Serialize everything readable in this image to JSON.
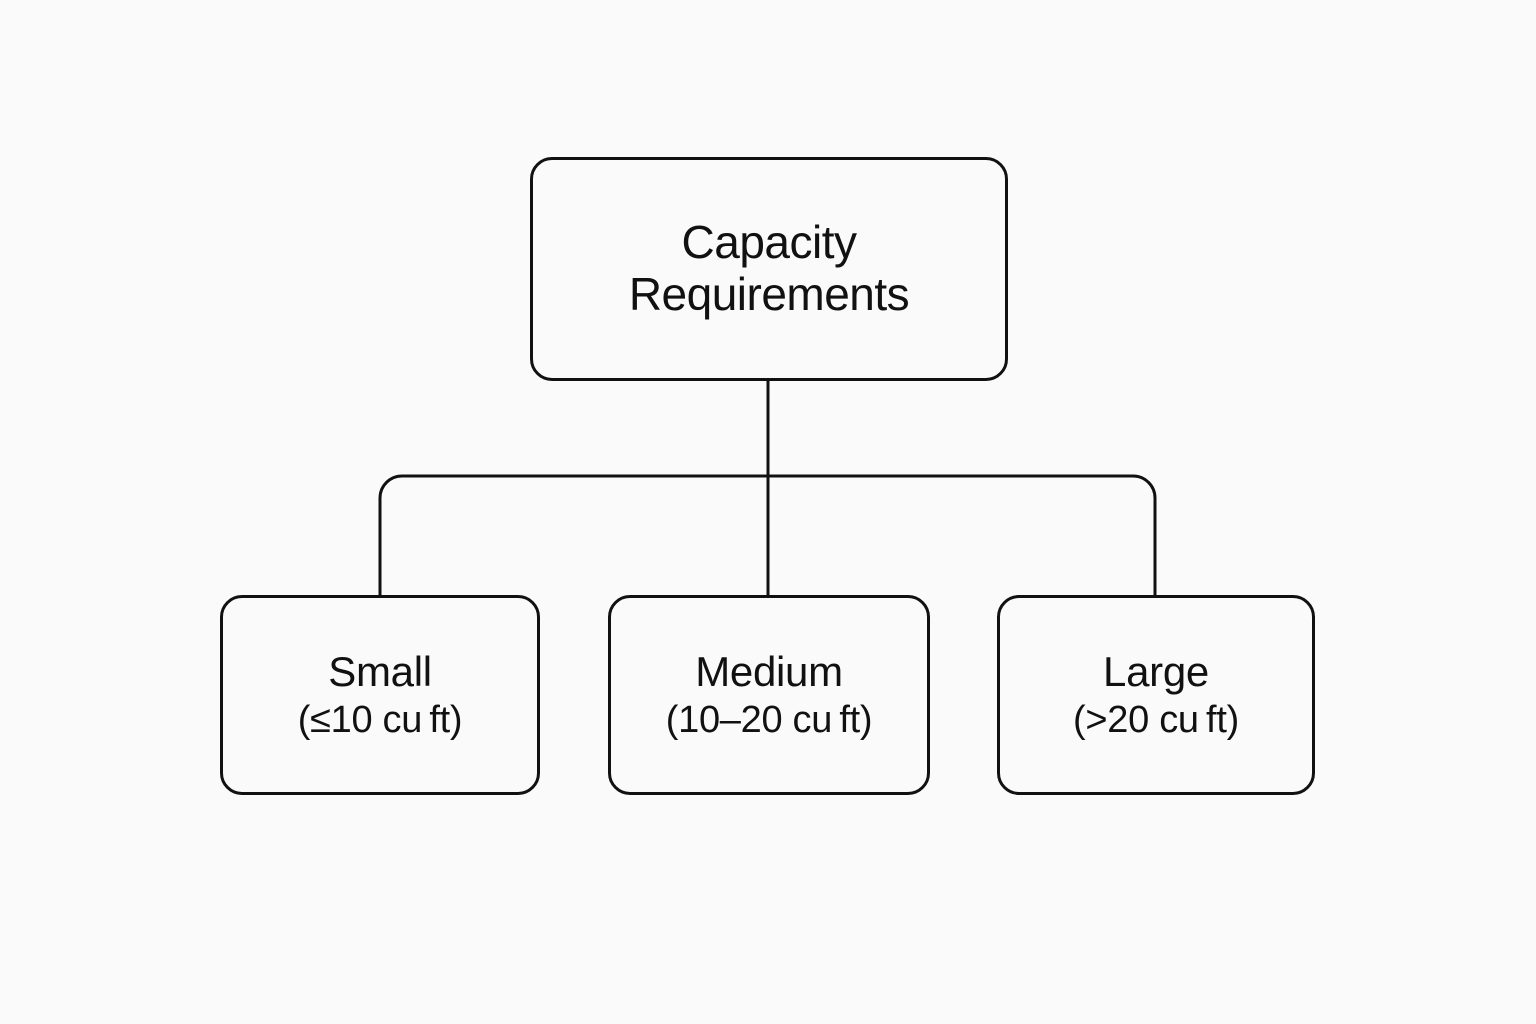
{
  "diagram": {
    "type": "tree",
    "background_color": "#fafafa",
    "line_color": "#111111",
    "text_color": "#111111",
    "root": {
      "title_line_1": "Capacity",
      "title_line_2": "Requirements"
    },
    "children": [
      {
        "id": "small",
        "title": "Small",
        "subtitle": "(≤10 cu ft)"
      },
      {
        "id": "medium",
        "title": "Medium",
        "subtitle": "(10–20 cu ft)"
      },
      {
        "id": "large",
        "title": "Large",
        "subtitle": "(>20 cu ft)"
      }
    ]
  }
}
